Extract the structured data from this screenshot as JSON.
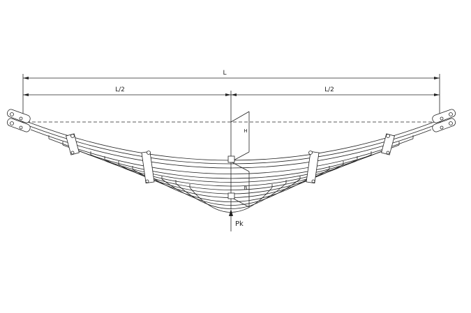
{
  "drawing": {
    "overall_length_label": "L",
    "left_half_label": "L/2",
    "right_half_label": "L/2",
    "camber_label": "H",
    "stack_label": "B",
    "load_label": "Pk"
  },
  "colors": {
    "line": "#222222",
    "background": "#ffffff"
  }
}
